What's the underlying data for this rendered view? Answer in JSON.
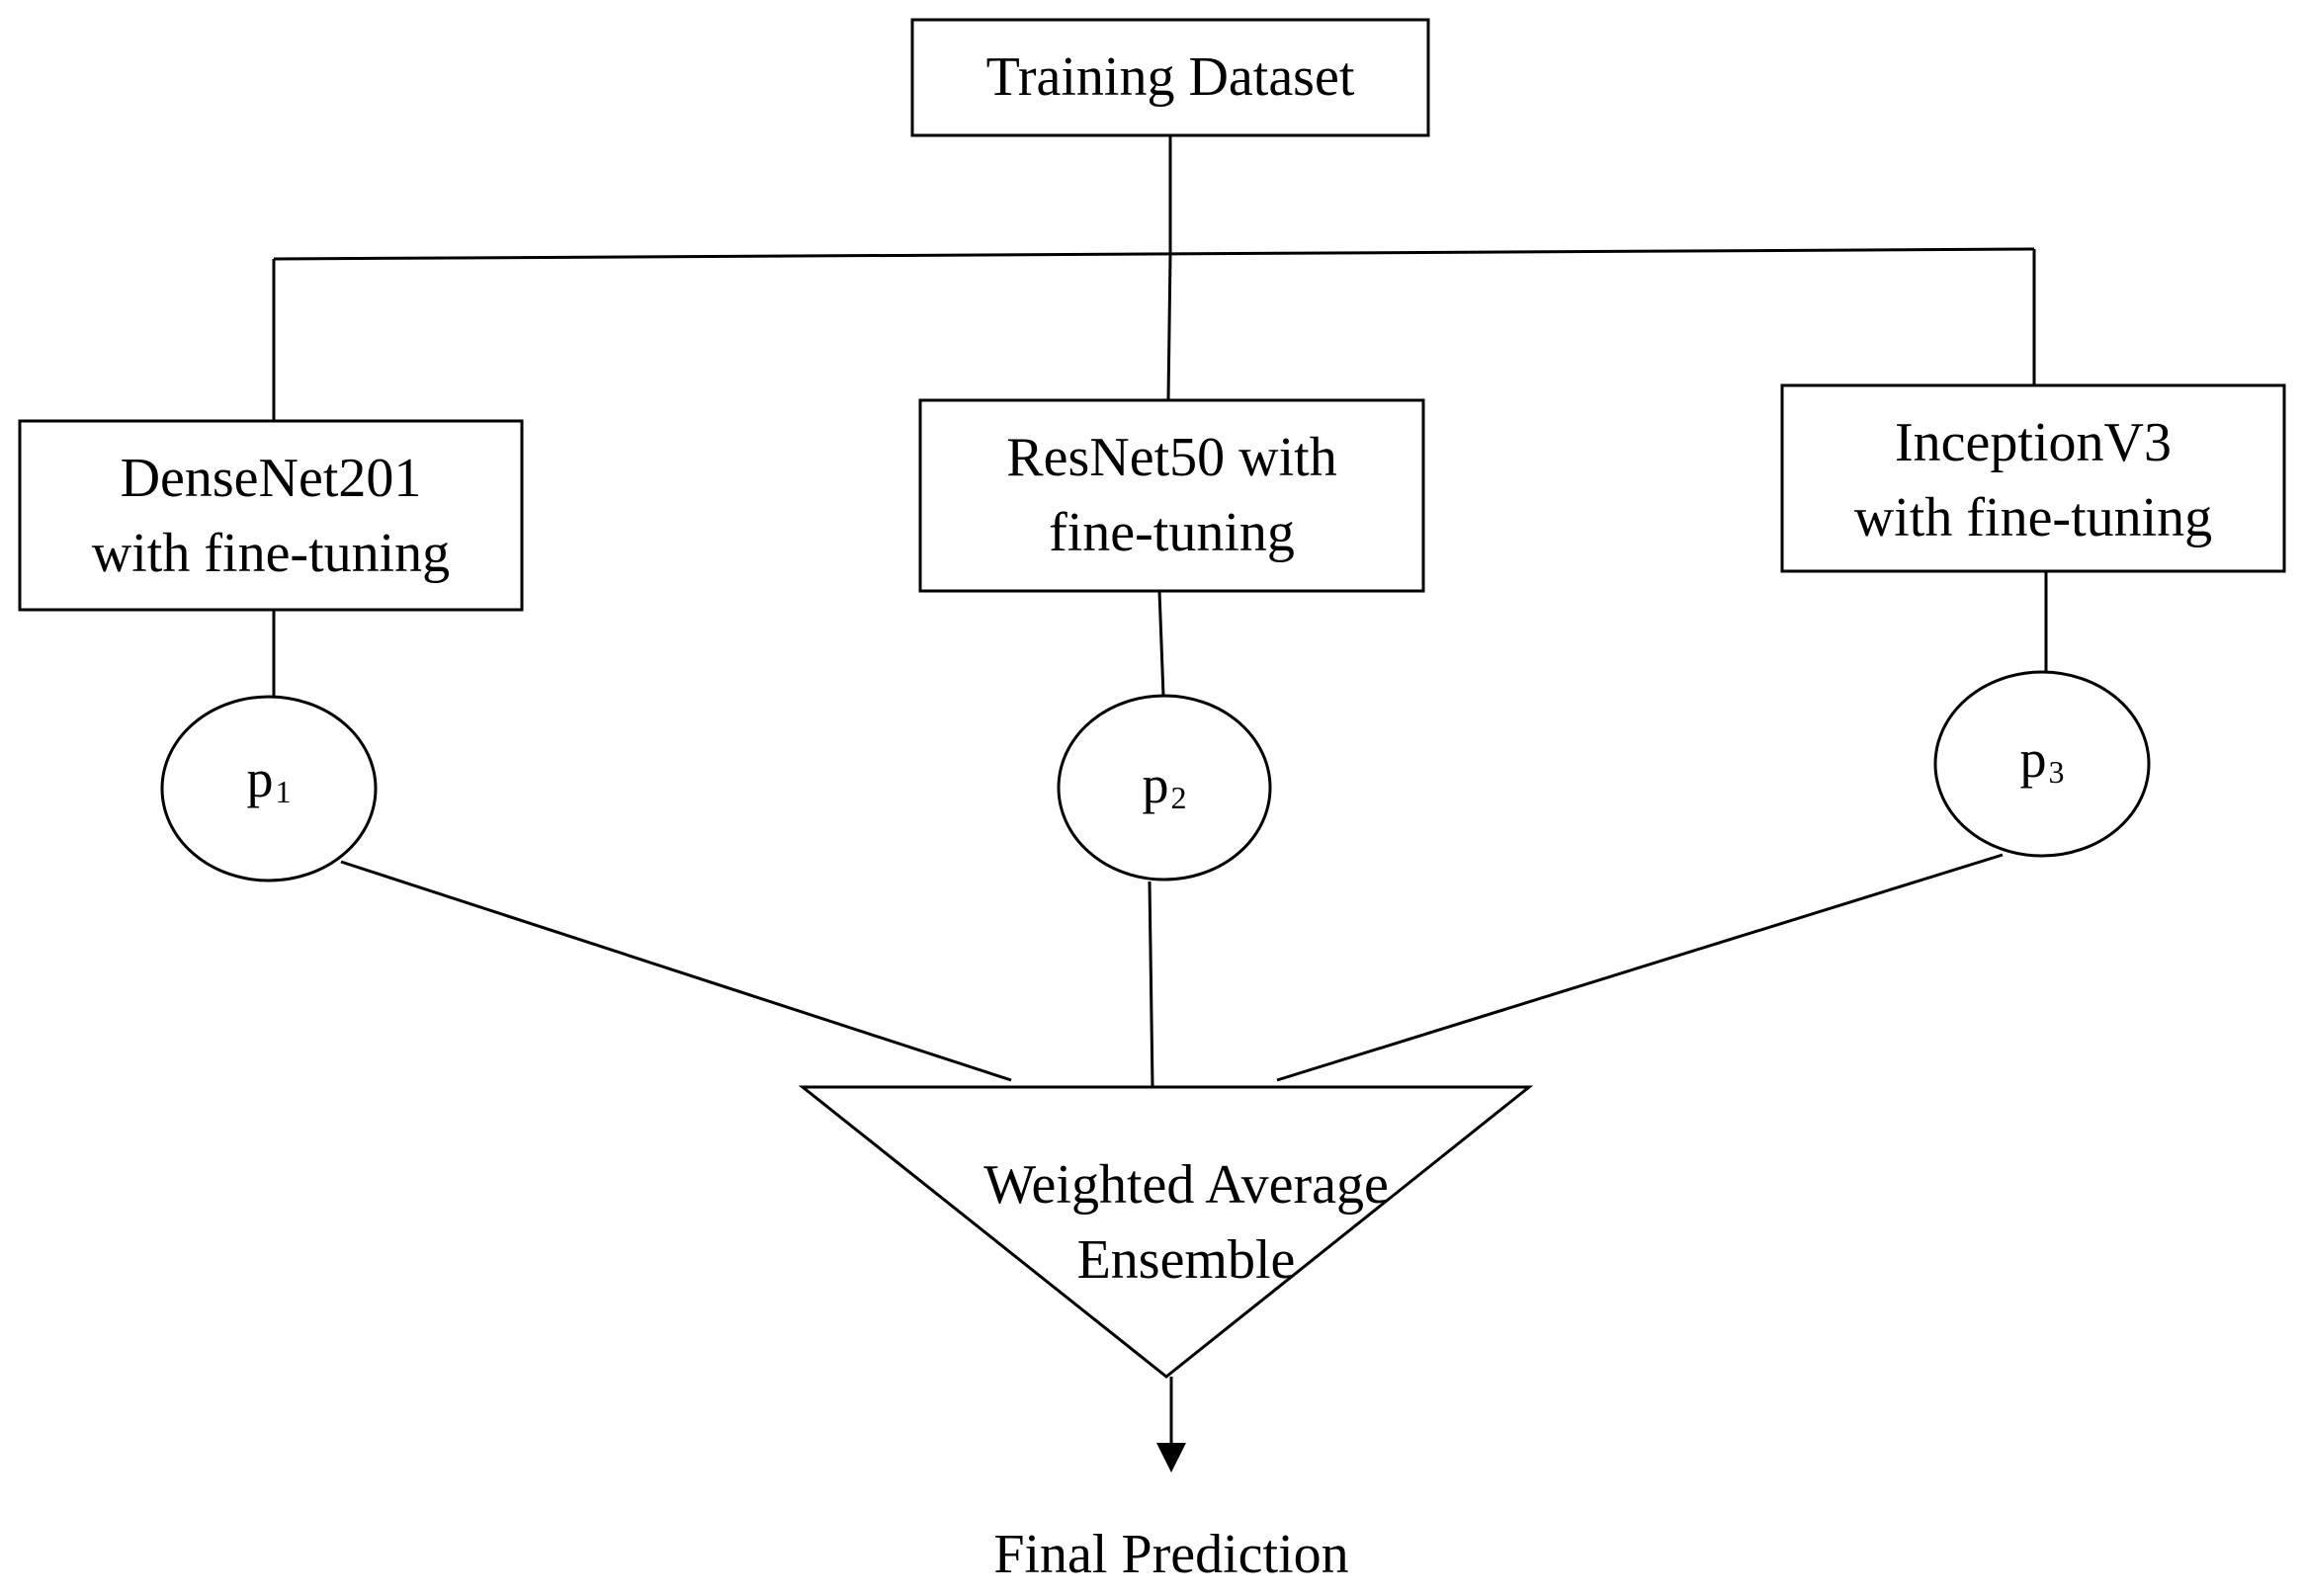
{
  "diagram": {
    "root": {
      "label": "Training Dataset"
    },
    "models": [
      {
        "line1": "DenseNet201",
        "line2": "with fine-tuning"
      },
      {
        "line1": "ResNet50 with",
        "line2": "fine-tuning"
      },
      {
        "line1": "InceptionV3",
        "line2": "with fine-tuning"
      }
    ],
    "predictions": [
      {
        "base": "p",
        "sub": "1"
      },
      {
        "base": "p",
        "sub": "2"
      },
      {
        "base": "p",
        "sub": "3"
      }
    ],
    "ensemble": {
      "line1": "Weighted Average",
      "line2": "Ensemble"
    },
    "output": {
      "label": "Final Prediction"
    },
    "colors": {
      "stroke": "#000000",
      "background": "#ffffff"
    }
  }
}
